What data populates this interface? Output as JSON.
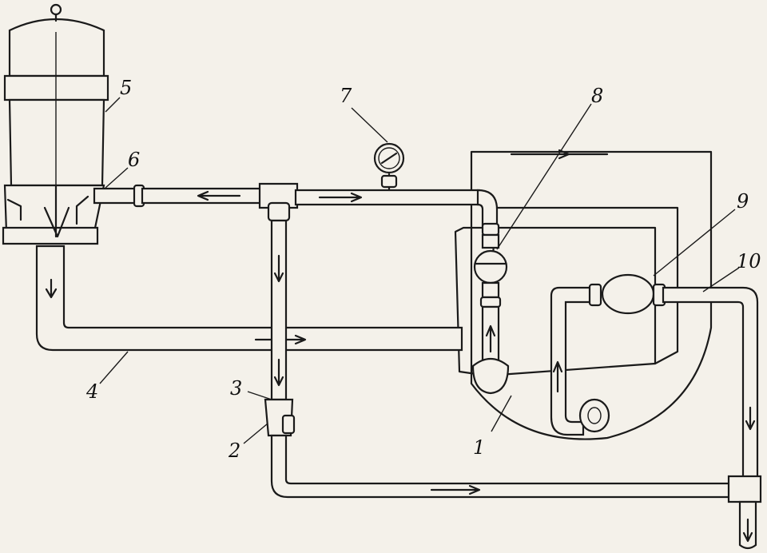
{
  "labels": {
    "tank": "5",
    "valve": "6",
    "gauge": "7",
    "pump_upper": "8",
    "pump_lower": "9",
    "pipe_right": "10",
    "pipe_main": "4",
    "joint": "3",
    "filter": "2",
    "casing": "1"
  },
  "colors": {
    "ink": "#1a1a1a",
    "paper": "#f4f1ea"
  }
}
